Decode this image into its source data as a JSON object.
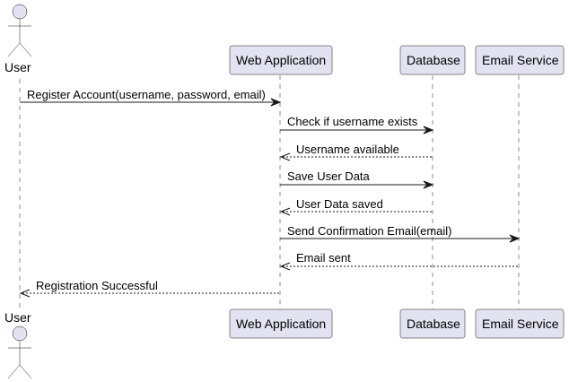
{
  "participants": {
    "user": {
      "label": "User",
      "kind": "actor"
    },
    "web_app": {
      "label": "Web Application",
      "kind": "participant"
    },
    "database": {
      "label": "Database",
      "kind": "participant"
    },
    "email_service": {
      "label": "Email Service",
      "kind": "participant"
    }
  },
  "messages": [
    {
      "from": "user",
      "to": "web_app",
      "label": "Register Account(username, password, email)",
      "style": "solid"
    },
    {
      "from": "web_app",
      "to": "database",
      "label": "Check if username exists",
      "style": "solid"
    },
    {
      "from": "database",
      "to": "web_app",
      "label": "Username available",
      "style": "dashed"
    },
    {
      "from": "web_app",
      "to": "database",
      "label": "Save User Data",
      "style": "solid"
    },
    {
      "from": "database",
      "to": "web_app",
      "label": "User Data saved",
      "style": "dashed"
    },
    {
      "from": "web_app",
      "to": "email_service",
      "label": "Send Confirmation Email(email)",
      "style": "solid"
    },
    {
      "from": "email_service",
      "to": "web_app",
      "label": "Email sent",
      "style": "dashed"
    },
    {
      "from": "web_app",
      "to": "user",
      "label": "Registration Successful",
      "style": "dashed"
    }
  ],
  "colors": {
    "participant_fill": "#E2E2F0",
    "stroke": "#181818"
  }
}
